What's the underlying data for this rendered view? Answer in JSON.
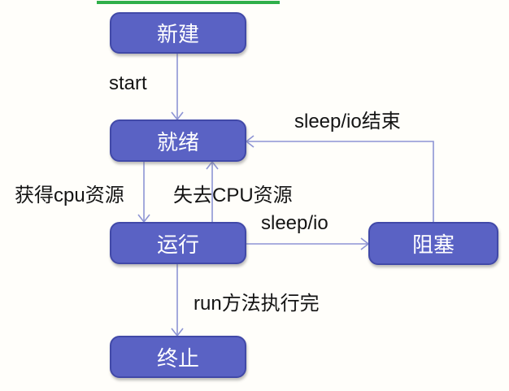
{
  "diagram": {
    "type": "state-diagram",
    "subject": "thread lifecycle states",
    "nodes": [
      {
        "id": "new",
        "label": "新建"
      },
      {
        "id": "ready",
        "label": "就绪"
      },
      {
        "id": "running",
        "label": "运行"
      },
      {
        "id": "blocked",
        "label": "阻塞"
      },
      {
        "id": "terminated",
        "label": "终止"
      }
    ],
    "edges": [
      {
        "from": "new",
        "to": "ready",
        "label": "start"
      },
      {
        "from": "ready",
        "to": "running",
        "label": "获得cpu资源"
      },
      {
        "from": "running",
        "to": "ready",
        "label": "失去CPU资源"
      },
      {
        "from": "running",
        "to": "blocked",
        "label": "sleep/io"
      },
      {
        "from": "blocked",
        "to": "ready",
        "label": "sleep/io结束"
      },
      {
        "from": "running",
        "to": "terminated",
        "label": "run方法执行完"
      }
    ],
    "colors": {
      "node_fill": "#5a62c4",
      "node_border": "#4149a8",
      "node_text": "#ffffff",
      "edge": "#8d94d4",
      "label_text": "#141414",
      "accent_line": "#2faf4a",
      "bg": "#fffefa"
    }
  }
}
